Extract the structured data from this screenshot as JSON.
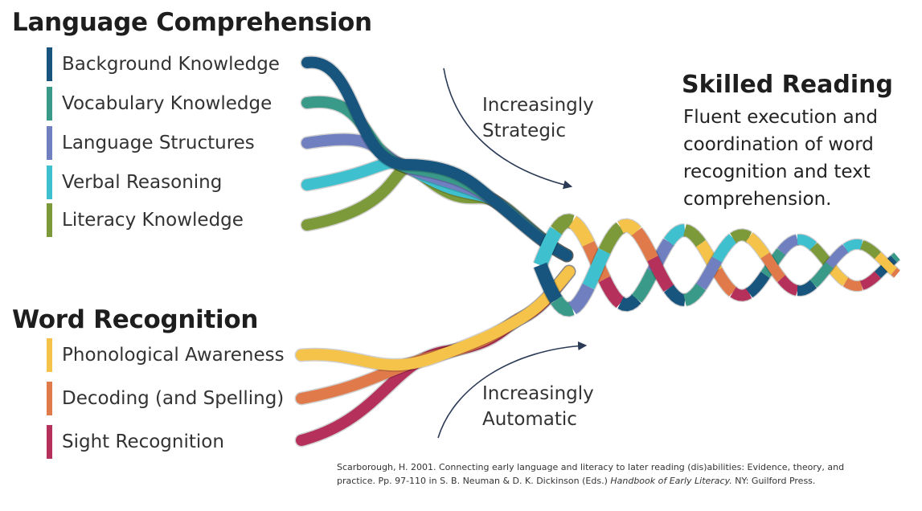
{
  "language_comprehension": {
    "title": "Language Comprehension",
    "items": [
      {
        "label": "Background Knowledge",
        "color": "#17557e"
      },
      {
        "label": "Vocabulary Knowledge",
        "color": "#3a9a8a"
      },
      {
        "label": "Language Structures",
        "color": "#6f7fc0"
      },
      {
        "label": "Verbal Reasoning",
        "color": "#3fc0cf"
      },
      {
        "label": "Literacy Knowledge",
        "color": "#7c9a3a"
      }
    ]
  },
  "word_recognition": {
    "title": "Word Recognition",
    "items": [
      {
        "label": "Phonological Awareness",
        "color": "#f5c24a"
      },
      {
        "label": "Decoding (and Spelling)",
        "color": "#e07a4a"
      },
      {
        "label": "Sight Recognition",
        "color": "#b5305a"
      }
    ]
  },
  "arrows": {
    "strategic": {
      "line1": "Increasingly",
      "line2": "Strategic"
    },
    "automatic": {
      "line1": "Increasingly",
      "line2": "Automatic"
    }
  },
  "skilled_reading": {
    "title": "Skilled Reading",
    "line1": "Fluent execution and",
    "line2": "coordination of word",
    "line3": "recognition and text",
    "line4": "comprehension."
  },
  "citation": {
    "line1": "Scarborough,  H. 2001.  Connecting early language and literacy to  later reading  (dis)abilities: Evidence, theory, and",
    "line2_pre": "practice. Pp. 97-110 in S. B. Neuman & D. K. Dickinson (Eds.) ",
    "line2_book": "Handbook of Early Literacy.",
    "line2_post": " NY: Guilford Press."
  }
}
